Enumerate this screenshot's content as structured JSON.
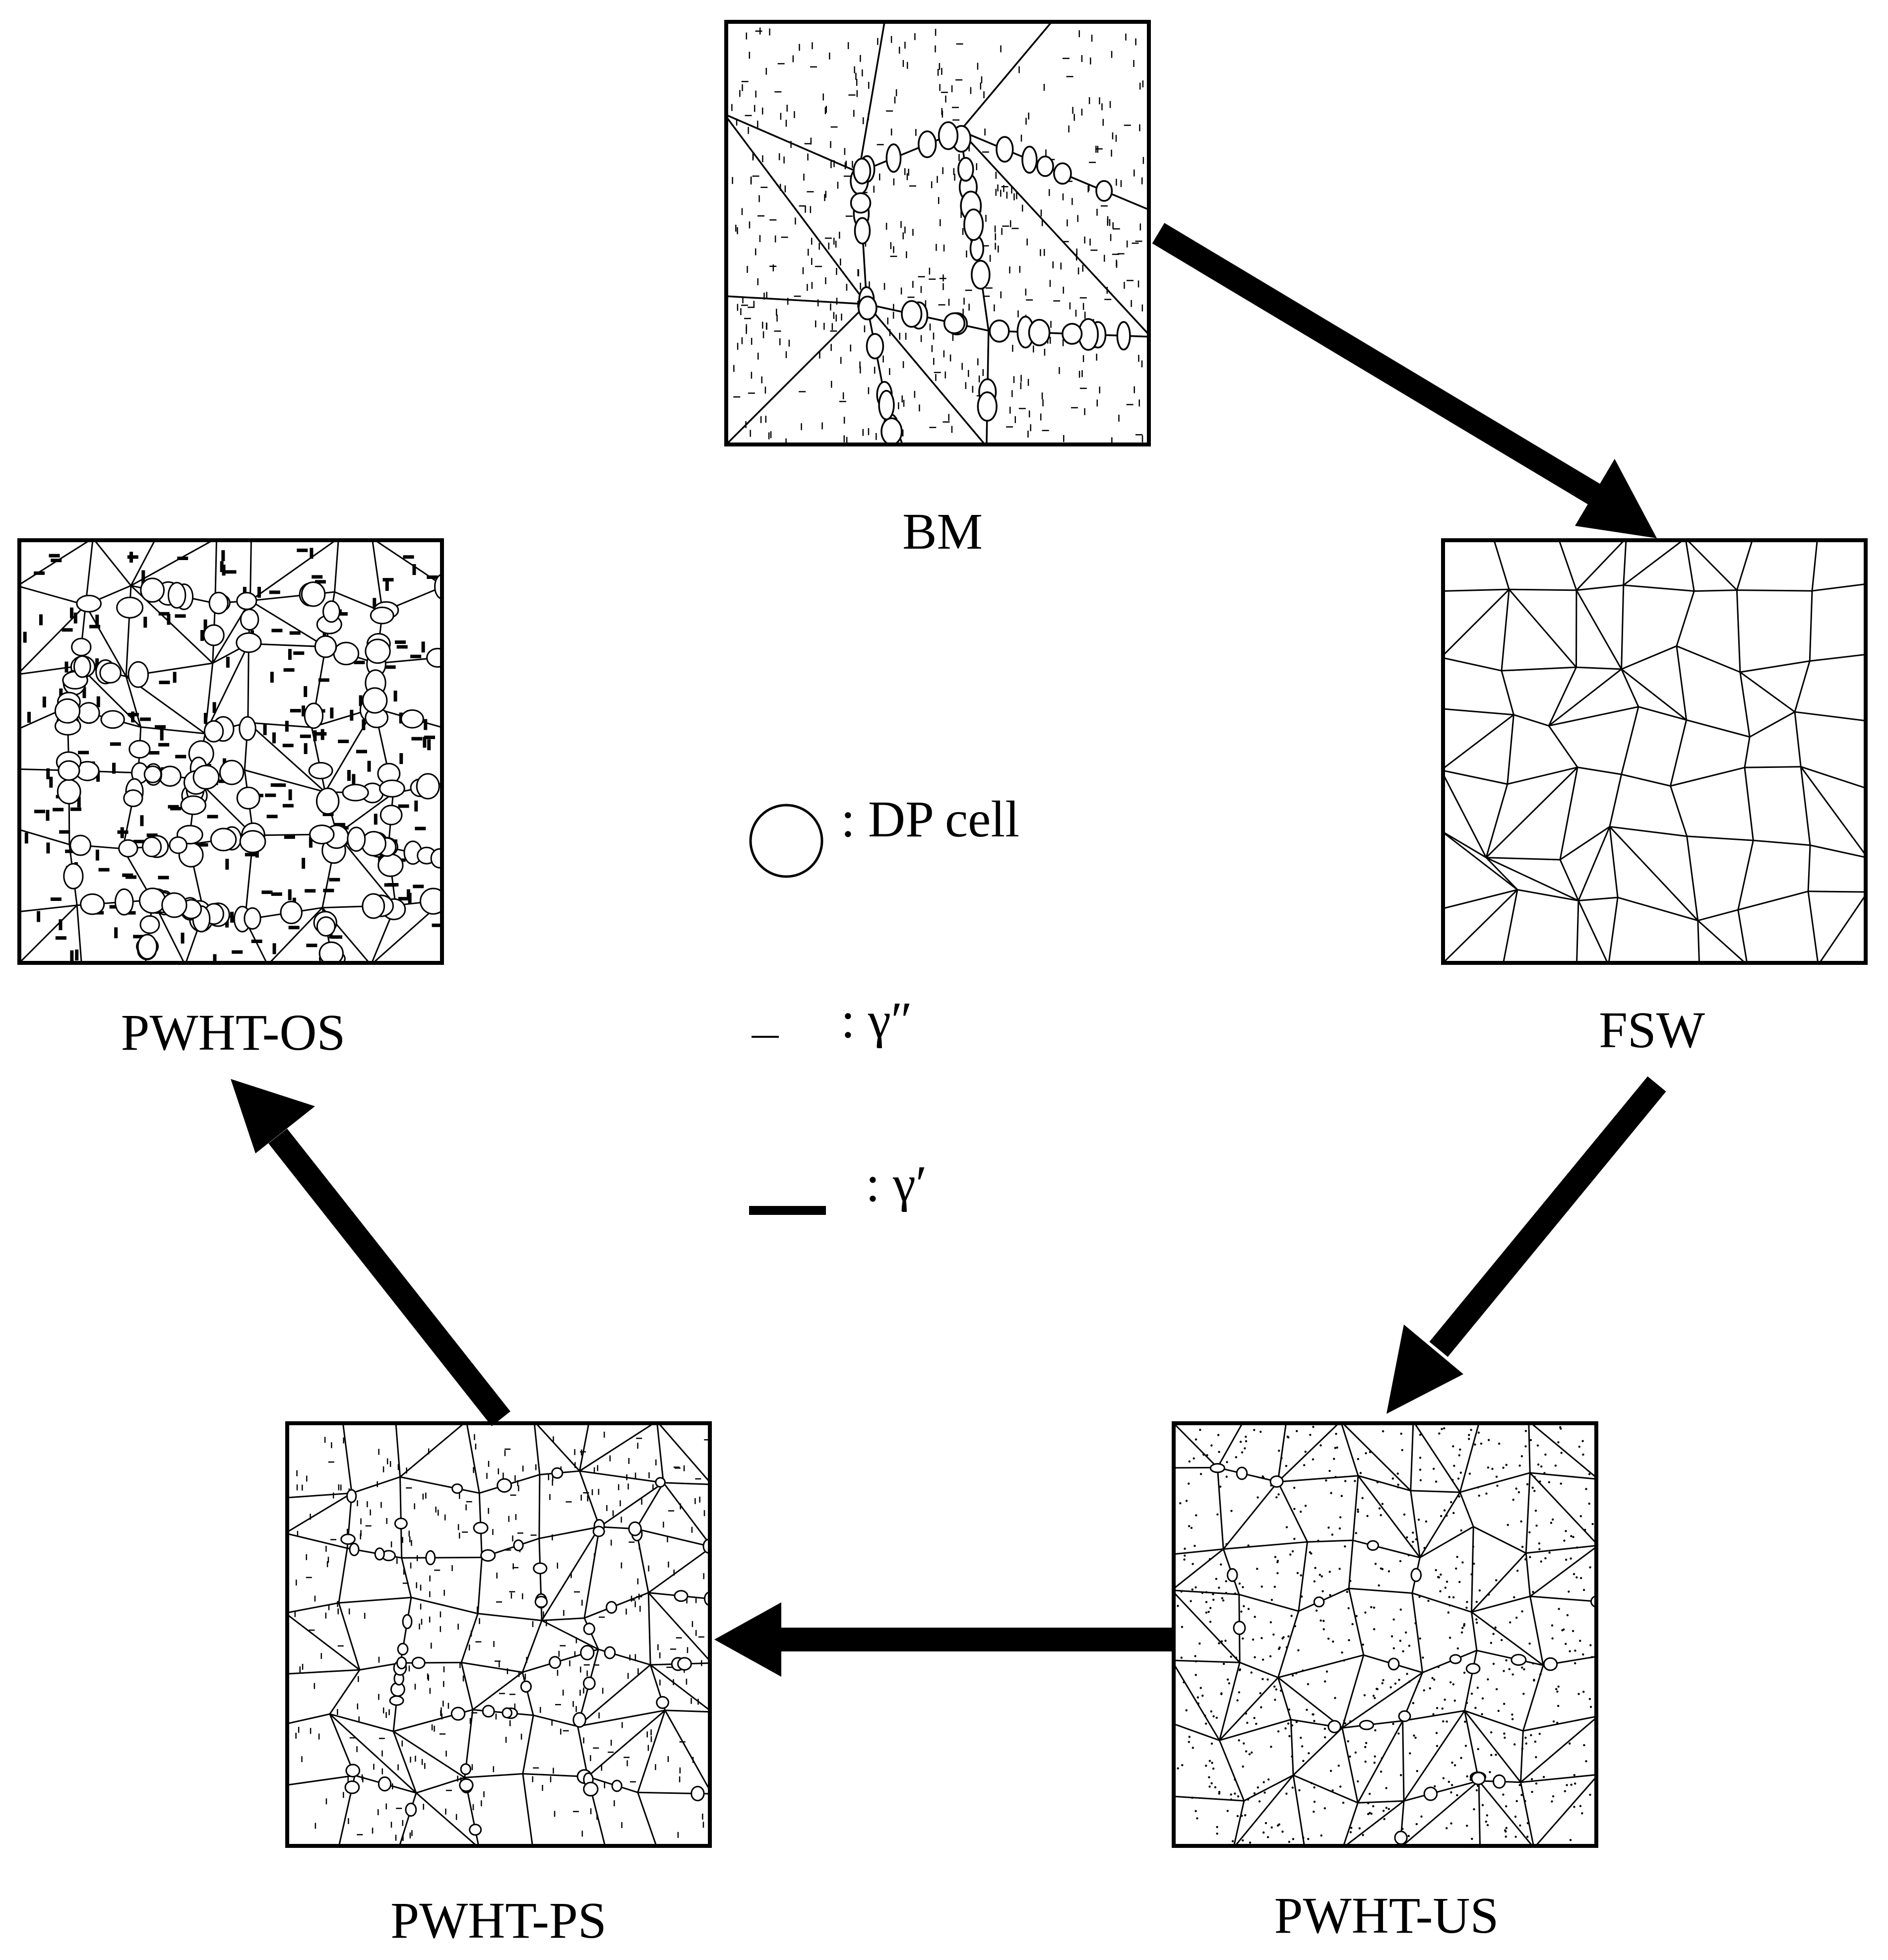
{
  "stages": [
    {
      "id": "bm",
      "label": "BM"
    },
    {
      "id": "fsw",
      "label": "FSW"
    },
    {
      "id": "pwht_us",
      "label": "PWHT-US"
    },
    {
      "id": "pwht_ps",
      "label": "PWHT-PS"
    },
    {
      "id": "pwht_os",
      "label": "PWHT-OS"
    }
  ],
  "legend": [
    {
      "symbol": "circle",
      "text": ": DP cell"
    },
    {
      "symbol": "thin-dash",
      "text": ": γ″"
    },
    {
      "symbol": "thick-dash",
      "text": ": γ′"
    }
  ],
  "flow": [
    "BM",
    "FSW",
    "PWHT-US",
    "PWHT-PS",
    "PWHT-OS"
  ]
}
